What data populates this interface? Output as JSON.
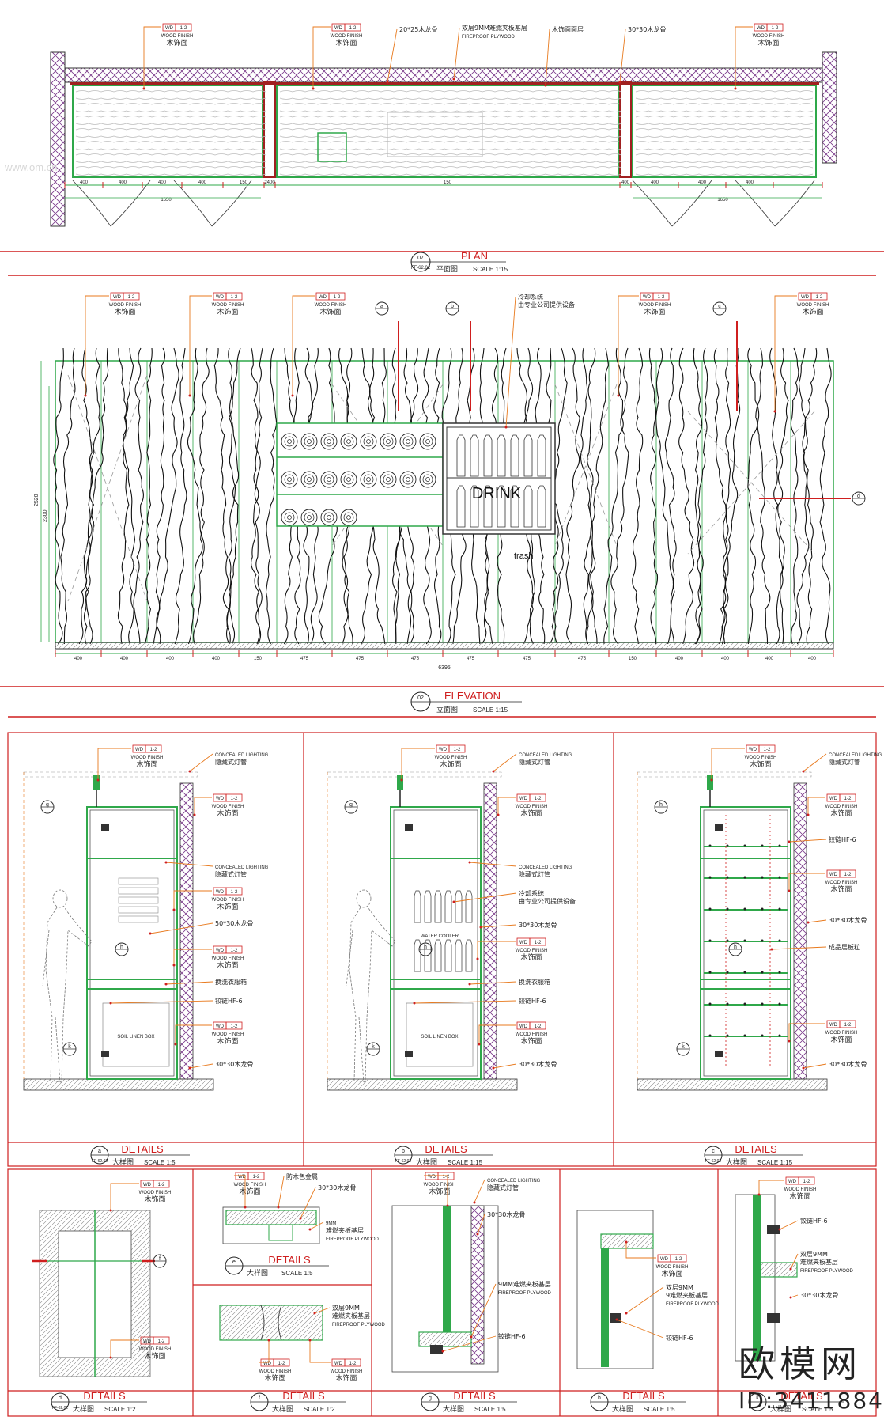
{
  "colors": {
    "green": "#2fa84a",
    "red": "#cf1f1f",
    "orange": "#e87a1e",
    "dark": "#222222",
    "hatch": "#6a2a8a",
    "grey": "#9a9a9a"
  },
  "tag": {
    "code": "WD",
    "num": "1-2",
    "finish": "WOOD FINISH",
    "cn": "木饰面"
  },
  "plan": {
    "number": "07",
    "ref": "FF-62.02",
    "title": "PLAN",
    "cn": "平面图",
    "scale": "SCALE  1:15",
    "notes": [
      "20*25木龙骨",
      "双层9MM难燃夹板基层",
      "FIREPROOF  PLYWOOD",
      "木饰面面层",
      "30*30木龙骨"
    ],
    "dims": [
      "400",
      "400",
      "400",
      "400",
      "150",
      "2400",
      "150",
      "400",
      "400",
      "400",
      "400"
    ],
    "subdims": [
      "1650",
      "1650"
    ]
  },
  "elevation": {
    "number": "02",
    "title": "ELEVATION",
    "cn": "立面图",
    "scale": "SCALE  1:15",
    "note_cn": [
      "冷却系统",
      "由专业公司提供设备"
    ],
    "drink": "DRINK",
    "trash": "trash",
    "markers": [
      "a",
      "b",
      "c",
      "d"
    ],
    "dims": [
      "400",
      "400",
      "400",
      "400",
      "150",
      "475",
      "475",
      "475",
      "475",
      "475",
      "475",
      "150",
      "400",
      "400",
      "400",
      "400"
    ],
    "total": "6395",
    "height": "2520",
    "height2": "2300"
  },
  "details_top": [
    {
      "letter": "a",
      "ref": "FF-62.02",
      "title": "DETAILS",
      "cn": "大样图",
      "scale": "SCALE  1:5",
      "labels": [
        "CONCEALED LIGHTING",
        "隐藏式灯管",
        "50*30木龙骨",
        "换洗衣服箱",
        "铰链HF-6",
        "30*30木龙骨"
      ],
      "box": "SOIL LINEN BOX"
    },
    {
      "letter": "b",
      "ref": "FF-62.02",
      "title": "DETAILS",
      "cn": "大样图",
      "scale": "SCALE  1:15",
      "labels": [
        "CONCEALED LIGHTING",
        "隐藏式灯管",
        "冷却系统",
        "由专业公司提供设备",
        "30*30木龙骨",
        "换洗衣服箱",
        "铰链HF-6",
        "30*30木龙骨"
      ],
      "box": "SOIL LINEN BOX",
      "cooler": "WATER COOLER"
    },
    {
      "letter": "c",
      "ref": "FF-62.02",
      "title": "DETAILS",
      "cn": "大样图",
      "scale": "SCALE  1:15",
      "labels": [
        "CONCEALED LIGHTING",
        "隐藏式灯管",
        "铰链HF-6",
        "30*30木龙骨",
        "成品层板粒",
        "30*30木龙骨"
      ]
    }
  ],
  "details_bottom": [
    {
      "letter": "d",
      "ref": "FF-62.02",
      "title": "DETAILS",
      "cn": "大样图",
      "scale": "SCALE  1:2"
    },
    {
      "letter": "e",
      "title": "DETAILS",
      "cn": "大样图",
      "scale": "SCALE  1:5",
      "labels": [
        "防木色金属",
        "30*30木龙骨",
        "9MM",
        "难燃夹板基层",
        "FIREPROOF  PLYWOOD"
      ]
    },
    {
      "letter": "f",
      "title": "DETAILS",
      "cn": "大样图",
      "scale": "SCALE  1:2",
      "labels": [
        "双层9MM",
        "难燃夹板基层",
        "FIREPROOF  PLYWOOD"
      ]
    },
    {
      "letter": "g",
      "title": "DETAILS",
      "cn": "大样图",
      "scale": "SCALE  1:5",
      "labels": [
        "CONCEALED LIGHTING",
        "隐藏式灯管",
        "30*30木龙骨",
        "9MM难燃夹板基层",
        "FIREPROOF  PLYWOOD",
        "铰链HF-6"
      ]
    },
    {
      "letter": "h",
      "title": "DETAILS",
      "cn": "大样图",
      "scale": "SCALE  1:5",
      "labels": [
        "双层9MM",
        "9难燃夹板基层",
        "FIREPROOF  PLYWOOD",
        "铰链HF-6"
      ]
    },
    {
      "letter": "k",
      "title": "DETAILS",
      "cn": "大样图",
      "scale": "SCALE  1:5",
      "labels": [
        "铰链HF-6",
        "双层9MM",
        "难燃夹板基层",
        "FIREPROOF  PLYWOOD",
        "30*30木龙骨"
      ]
    }
  ],
  "watermark": {
    "brand": "欧模网",
    "id": "ID:3411884",
    "site": "www.om.cn"
  }
}
